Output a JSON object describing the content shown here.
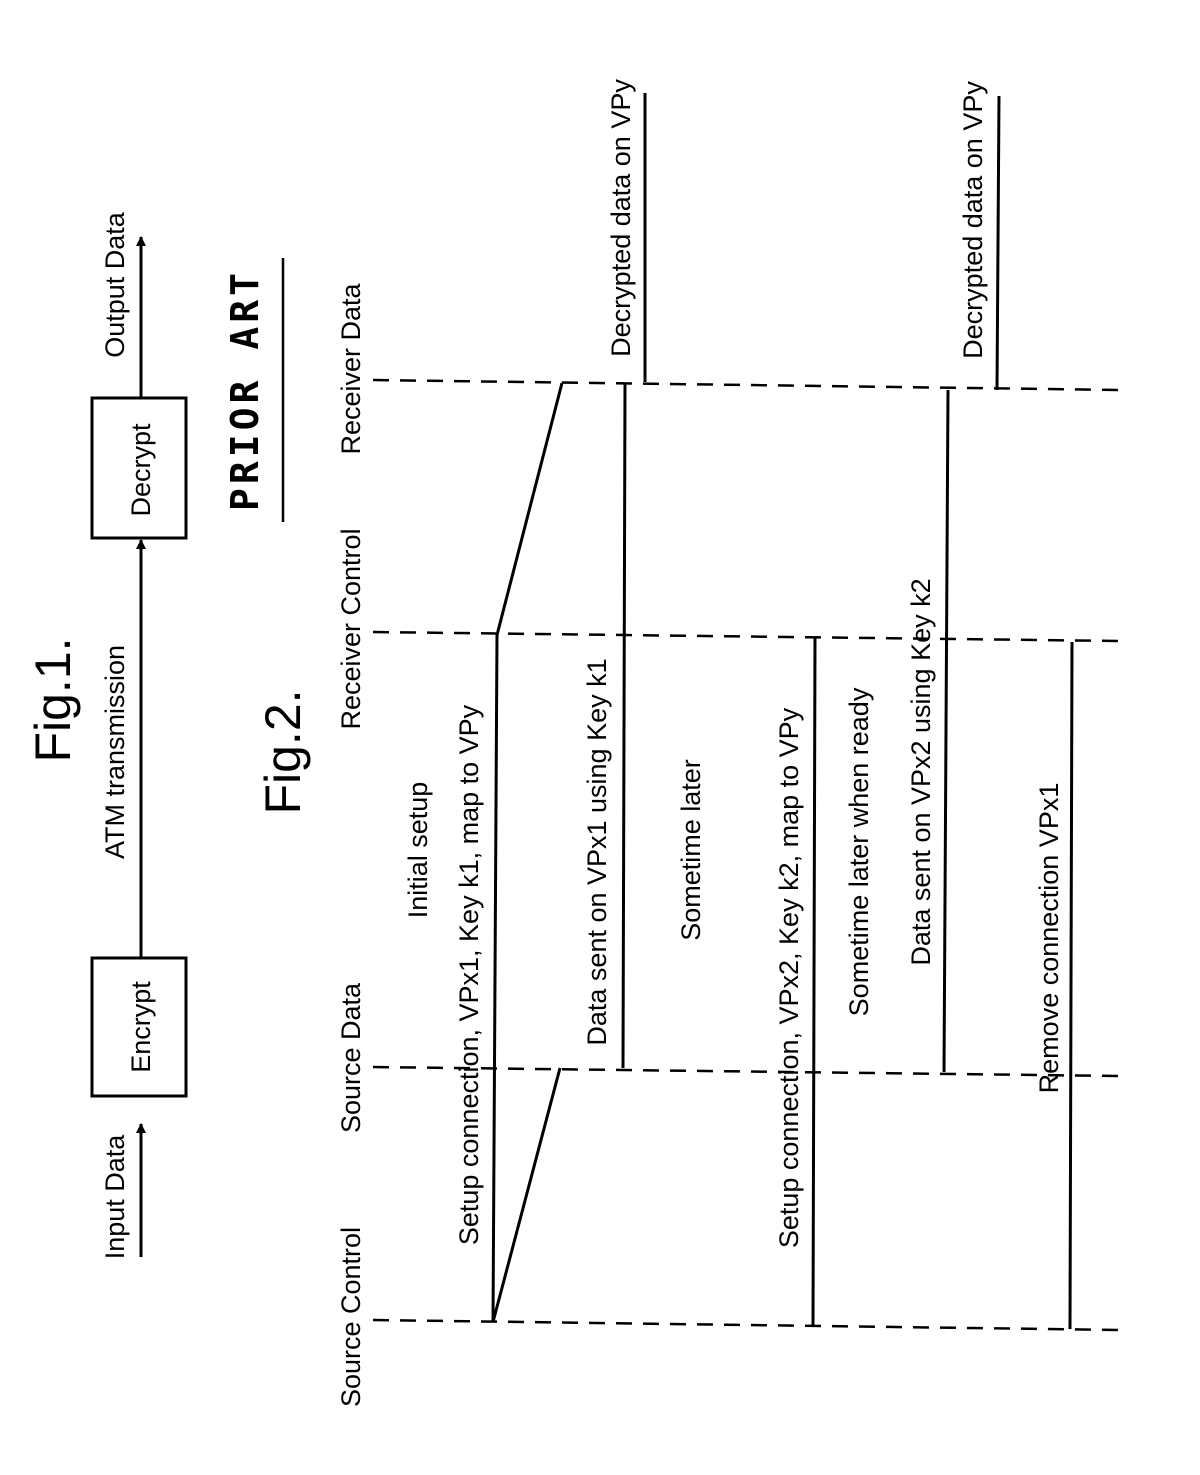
{
  "fig1": {
    "title": "Fig.1.",
    "input_label": "Input Data",
    "encrypt_label": "Encrypt",
    "transmission_label": "ATM  transmission",
    "decrypt_label": "Decrypt",
    "output_label": "Output Data"
  },
  "prior_art": "PRIOR ART",
  "fig2": {
    "title": "Fig.2.",
    "lanes": {
      "source_control": "Source Control",
      "source_data": "Source Data",
      "receiver_control": "Receiver Control",
      "receiver_data": "Receiver Data"
    },
    "events": {
      "initial_setup": "Initial setup",
      "setup1": "Setup connection, VPx1, Key k1, map to VPy",
      "data1": "Data sent on VPx1 using Key k1",
      "decrypted1": "Decrypted data on VPy",
      "sometime_later": "Sometime later",
      "setup2": "Setup connection, VPx2, Key k2, map to VPy",
      "sometime_ready": "Sometime later when ready",
      "data2": "Data sent on VPx2 using Key k2",
      "decrypted2": "Decrypted data on VPy",
      "remove": "Remove connection VPx1"
    }
  }
}
